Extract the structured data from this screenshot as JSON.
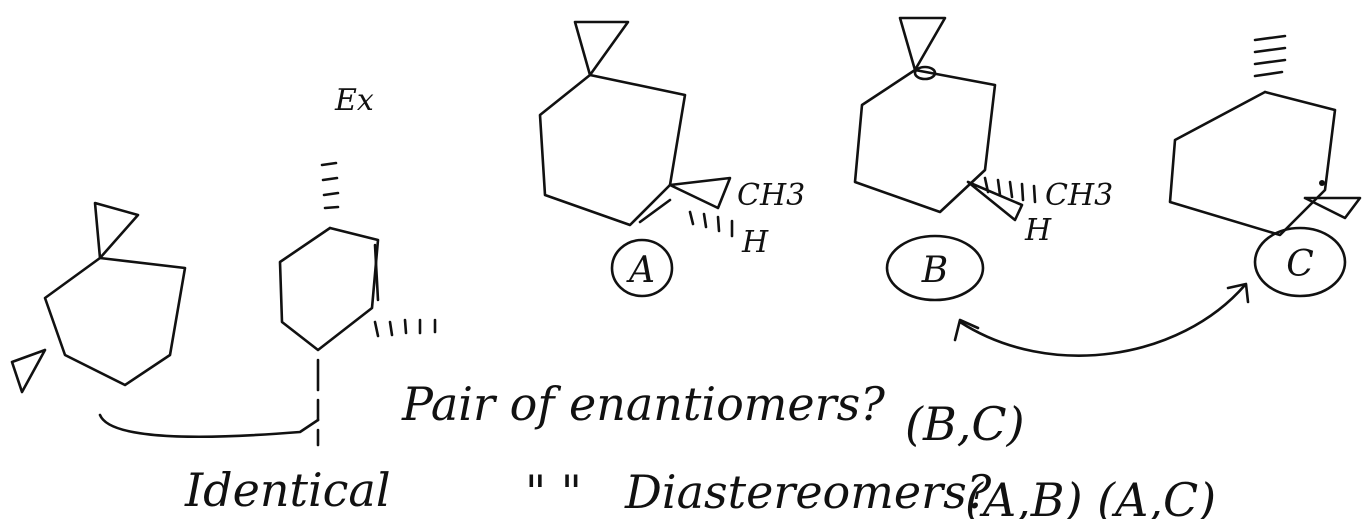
{
  "annotations": {
    "ex": "Ex",
    "ch3": "CH3",
    "h": "H",
    "identical": "Identical",
    "q_enantiomers": "Pair of enantiomers?",
    "ans_enantiomers": "(B,C)",
    "ditto": "\"   \"",
    "q_diastereomers": "Diastereomers?",
    "ans_diastereomers": "(A,B) (A,C)"
  },
  "labels": {
    "a": "A",
    "b": "B",
    "c": "C"
  },
  "colors": {
    "ink": "#111111",
    "paper": "#ffffff"
  }
}
